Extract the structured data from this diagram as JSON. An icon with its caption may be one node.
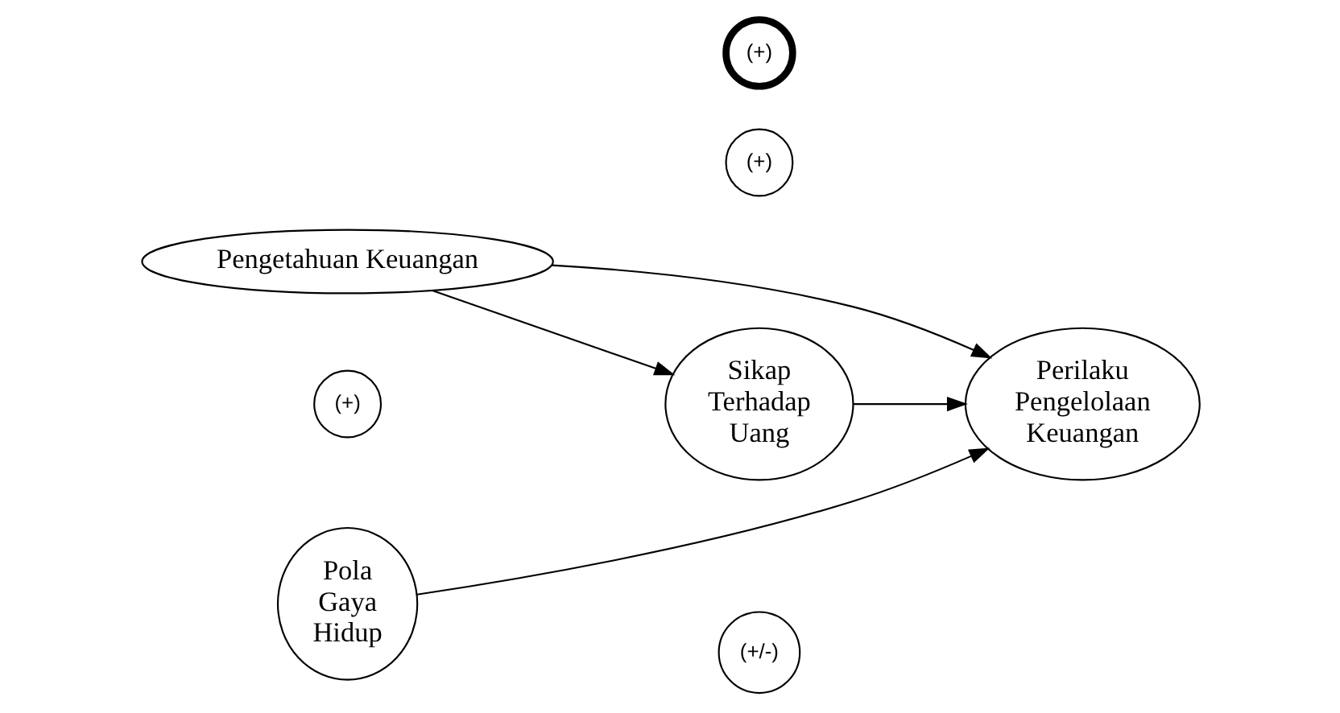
{
  "diagram": {
    "nodes": [
      {
        "text": [
          "Pengetahuan Keuangan"
        ]
      },
      {
        "text": [
          "(+)"
        ]
      },
      {
        "text": [
          "(+)"
        ]
      },
      {
        "text": [
          "Sikap Terhadap Uang"
        ]
      },
      {
        "text": [
          "(+)"
        ]
      },
      {
        "text": [
          "Perilaku Pengelolaan Keuangan"
        ]
      },
      {
        "text": [
          "Pola Gaya Hidup"
        ]
      },
      {
        "text": [
          "(+/-)"
        ]
      }
    ],
    "edges": [
      {
        "from": 0,
        "to": 5,
        "arrow": "to"
      },
      {
        "from": 0,
        "to": 3,
        "arrow": "to"
      },
      {
        "from": 3,
        "to": 5,
        "arrow": "to"
      },
      {
        "from": 6,
        "to": 5,
        "arrow": "to"
      }
    ]
  }
}
